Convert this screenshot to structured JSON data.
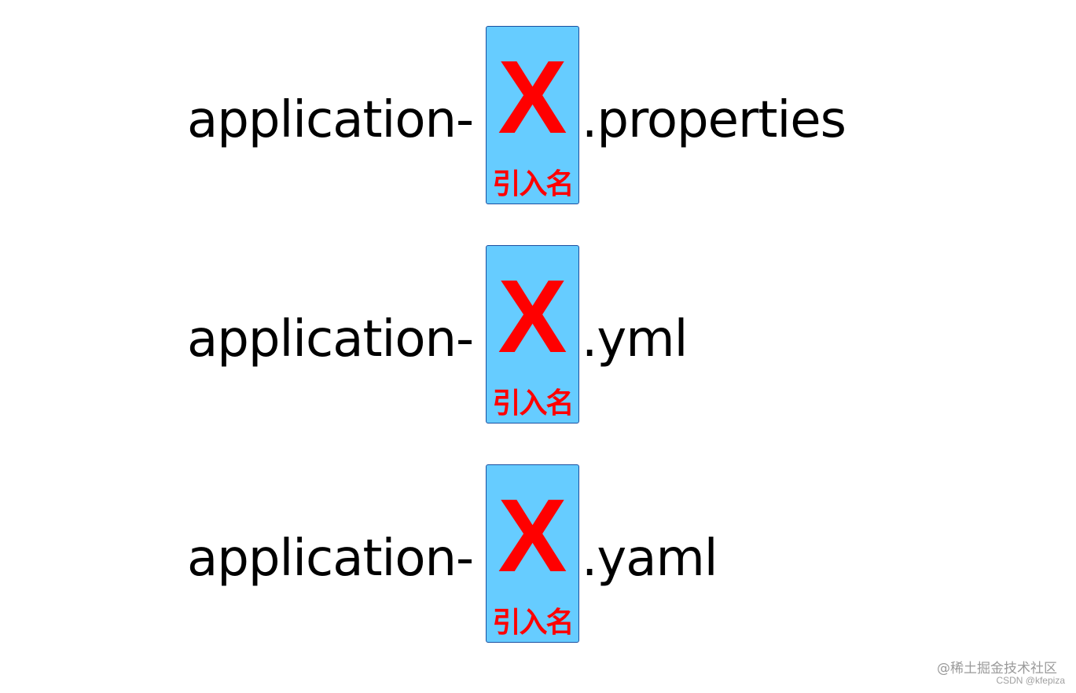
{
  "rows": [
    {
      "prefix": "application-",
      "placeholder": "X",
      "placeholder_label": "引入名",
      "suffix": ".properties"
    },
    {
      "prefix": "application-",
      "placeholder": "X",
      "placeholder_label": "引入名",
      "suffix": ".yml"
    },
    {
      "prefix": "application-",
      "placeholder": "X",
      "placeholder_label": "引入名",
      "suffix": ".yaml"
    }
  ],
  "watermark": {
    "line1": "@稀土掘金技术社区",
    "line2": "CSDN @kfepiza"
  },
  "colors": {
    "box_fill": "#66ccff",
    "box_border": "#1a4fa0",
    "placeholder_text": "#ff0000",
    "filename_text": "#000000",
    "watermark_text": "#9a9a9a"
  }
}
